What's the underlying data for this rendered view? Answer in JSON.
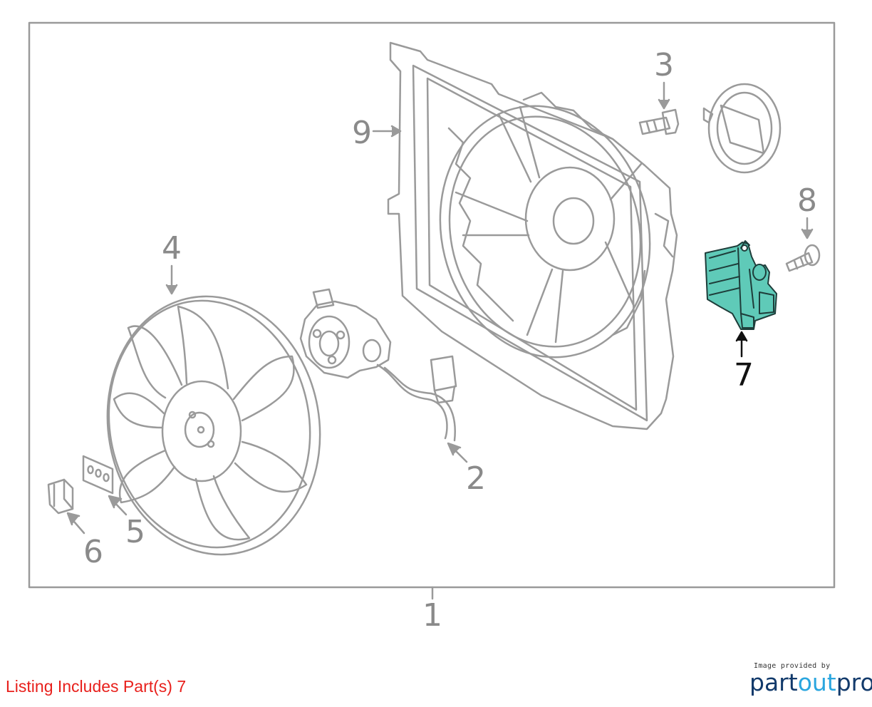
{
  "diagram": {
    "callouts": [
      {
        "id": "1",
        "label": "1",
        "active": false
      },
      {
        "id": "2",
        "label": "2",
        "active": false
      },
      {
        "id": "3",
        "label": "3",
        "active": false
      },
      {
        "id": "4",
        "label": "4",
        "active": false
      },
      {
        "id": "5",
        "label": "5",
        "active": false
      },
      {
        "id": "6",
        "label": "6",
        "active": false
      },
      {
        "id": "7",
        "label": "7",
        "active": true
      },
      {
        "id": "8",
        "label": "8",
        "active": false
      },
      {
        "id": "9",
        "label": "9",
        "active": false
      }
    ],
    "highlight_color": "#5fcab8",
    "line_color": "#9a9a9a"
  },
  "footer": {
    "listing_note": "Listing Includes Part(s) 7",
    "listing_note_color": "#e8201c",
    "credit_small": "Image provided by",
    "brand_part1": "part",
    "brand_part2": "out",
    "brand_part3": "pro"
  }
}
